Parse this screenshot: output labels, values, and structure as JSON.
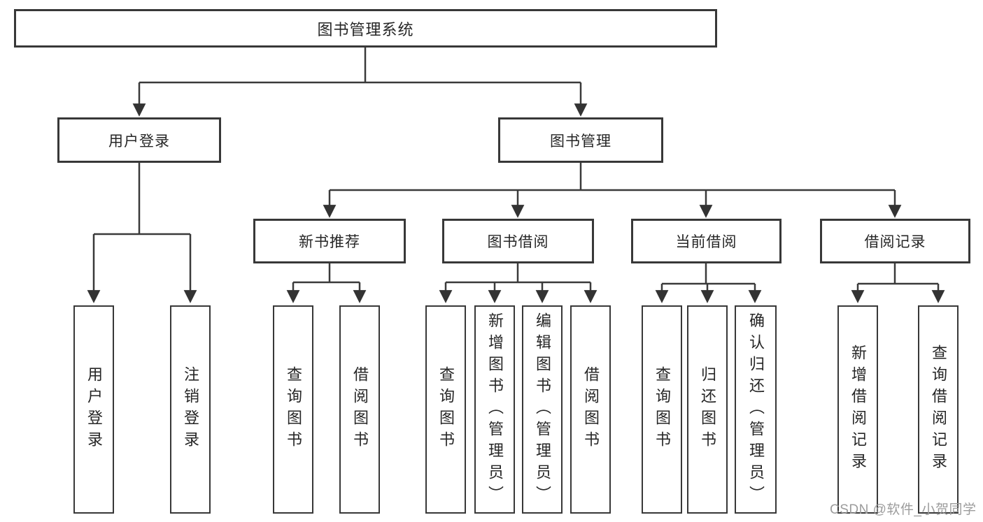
{
  "diagram_type": "tree",
  "tree": {
    "label": "图书管理系统",
    "children": [
      {
        "label": "用户登录",
        "children": [
          {
            "label": "用户登录"
          },
          {
            "label": "注销登录"
          }
        ]
      },
      {
        "label": "图书管理",
        "children": [
          {
            "label": "新书推荐",
            "children": [
              {
                "label": "查询图书"
              },
              {
                "label": "借阅图书"
              }
            ]
          },
          {
            "label": "图书借阅",
            "children": [
              {
                "label": "查询图书"
              },
              {
                "label": "新增图书（管理员）"
              },
              {
                "label": "编辑图书（管理员）"
              },
              {
                "label": "借阅图书"
              }
            ]
          },
          {
            "label": "当前借阅",
            "children": [
              {
                "label": "查询图书"
              },
              {
                "label": "归还图书"
              },
              {
                "label": "确认归还（管理员）"
              }
            ]
          },
          {
            "label": "借阅记录",
            "children": [
              {
                "label": "新增借阅记录"
              },
              {
                "label": "查询借阅记录"
              }
            ]
          }
        ]
      }
    ]
  },
  "watermark": {
    "text": "CSDN @软件_小贺同学",
    "color": "#9c9c9c"
  },
  "colors": {
    "background": "#ffffff",
    "box_border": "#383838",
    "connector_line": "#3a3a3a",
    "arrowhead": "#333333",
    "text": "#262626"
  }
}
